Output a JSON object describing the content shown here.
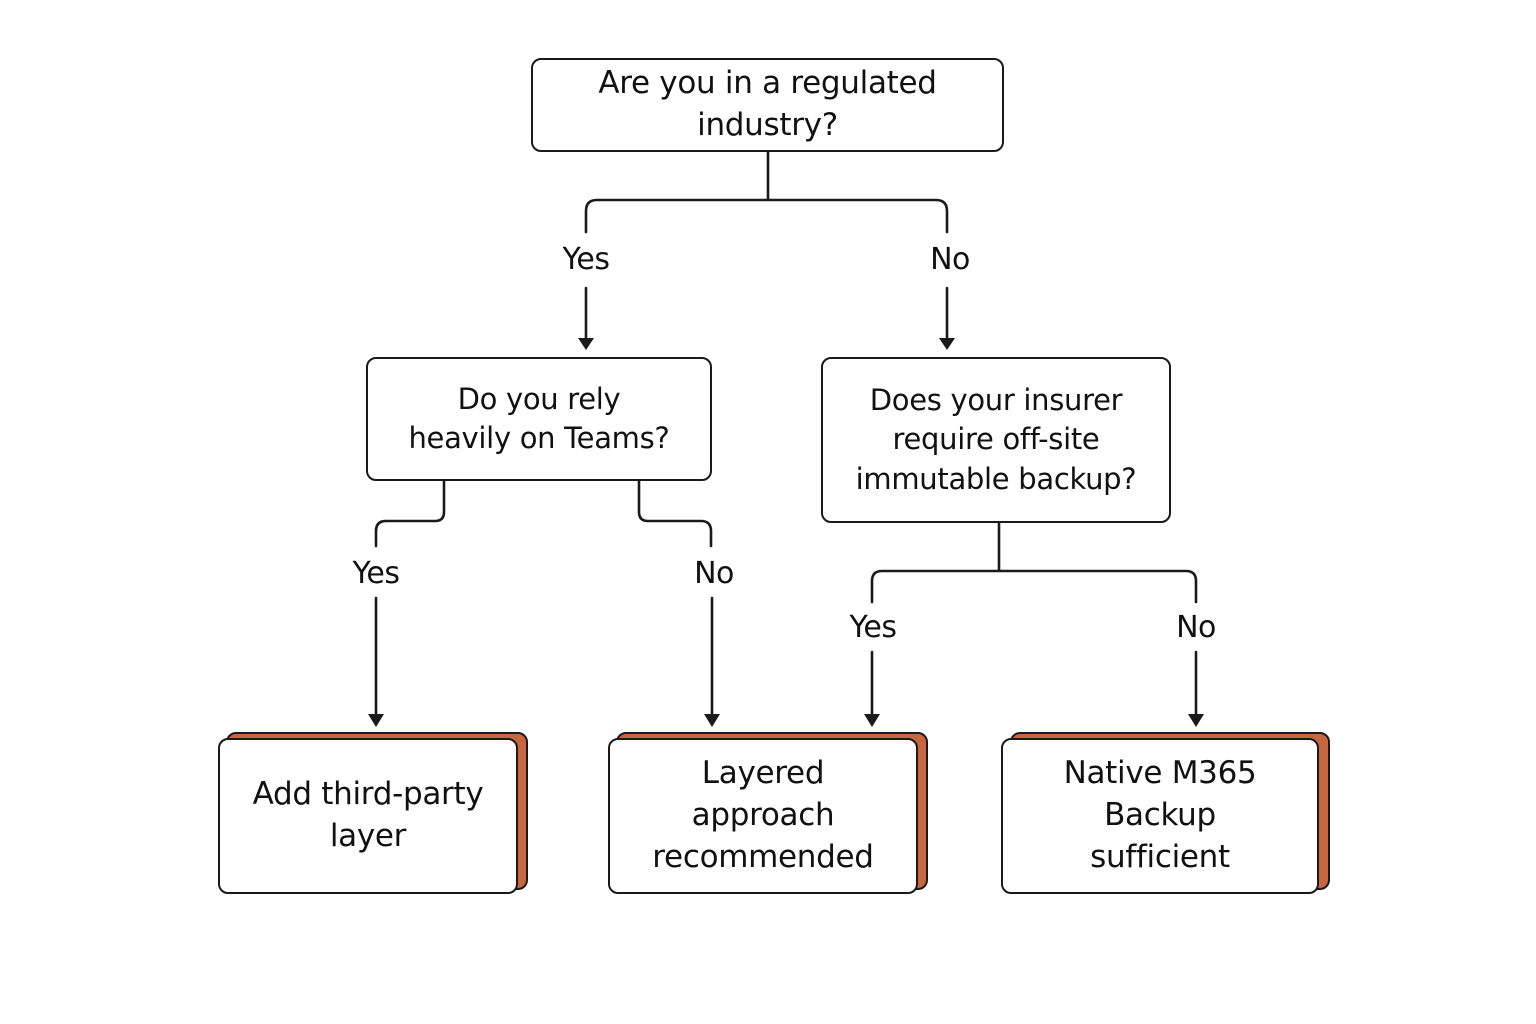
{
  "nodes": {
    "root": "Are you in a regulated industry?",
    "teams_q": "Do you rely heavily on Teams?",
    "insurer_q": "Does your insurer require off-site immutable backup?",
    "leaf_third_party": "Add third-party layer",
    "leaf_layered": "Layered approach recommended",
    "leaf_native": "Native M365 Backup sufficient"
  },
  "edges": {
    "root_yes": "Yes",
    "root_no": "No",
    "teams_yes": "Yes",
    "teams_no": "No",
    "insurer_yes": "Yes",
    "insurer_no": "No"
  },
  "colors": {
    "stroke": "#1a1a1a",
    "leaf_accent": "#c8673f",
    "background": "#ffffff"
  }
}
